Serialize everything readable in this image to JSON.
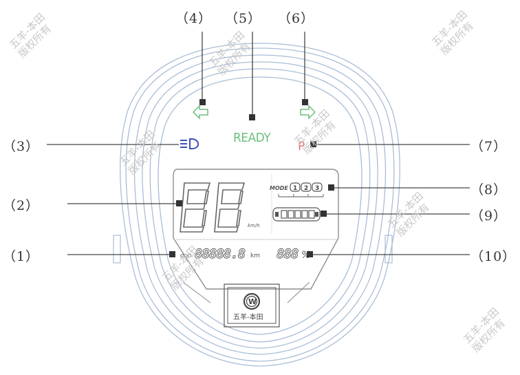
{
  "callouts": [
    {
      "id": "1",
      "label": "（1）"
    },
    {
      "id": "2",
      "label": "（2）"
    },
    {
      "id": "3",
      "label": "（3）"
    },
    {
      "id": "4",
      "label": "（4）"
    },
    {
      "id": "5",
      "label": "（5）"
    },
    {
      "id": "6",
      "label": "（6）"
    },
    {
      "id": "7",
      "label": "（7）"
    },
    {
      "id": "8",
      "label": "（8）"
    },
    {
      "id": "9",
      "label": "（9）"
    },
    {
      "id": "10",
      "label": "（10）"
    }
  ],
  "indicators": {
    "ready": "READY",
    "parking": "P",
    "speed_digits": "88",
    "speed_unit": "km/h",
    "mode_label": "MODE",
    "modes": [
      "1",
      "2",
      "3"
    ],
    "odo_label": "ODO",
    "odo_digits": "88888.8",
    "odo_unit": "km",
    "battery_digits": "888",
    "battery_unit": "%"
  },
  "logo": {
    "emblem": "W",
    "brand": "五羊-本田"
  },
  "watermark": {
    "line1": "五羊-本田",
    "line2": "版权所有"
  },
  "colors": {
    "outline": "#a8bdd6",
    "outline_dark": "#8ea6c4",
    "callout": "#444444",
    "indicator_green": "#6cbf7a",
    "indicator_red": "#e2727b",
    "headlight_blue": "#3a4fb0",
    "lcd": "#777777"
  }
}
